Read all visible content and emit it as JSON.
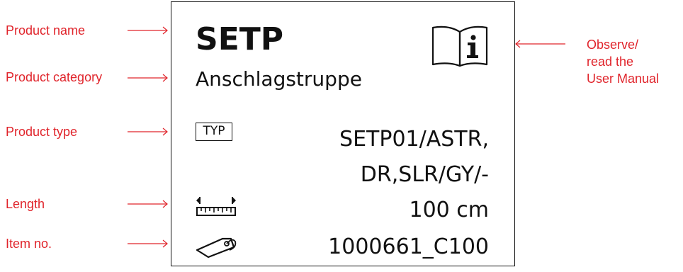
{
  "callouts": {
    "product_name": "Product name",
    "product_category": "Product category",
    "product_type": "Product type",
    "length": "Length",
    "item_no": "Item no.",
    "manual_line1": "Observe/",
    "manual_line2": "read the",
    "manual_line3": "User Manual"
  },
  "label": {
    "name": "SETP",
    "category": "Anschlagstruppe",
    "typ_badge": "TYP",
    "type_line1": "SETP01/ASTR,",
    "type_line2": "DR,SLR/GY/-",
    "length": "100 cm",
    "item_no": "1000661_C100"
  },
  "icons": [
    "book-info-icon",
    "length-ruler-icon",
    "price-tag-icon"
  ],
  "colors": {
    "callout": "#e0242b",
    "label_text": "#111111"
  }
}
